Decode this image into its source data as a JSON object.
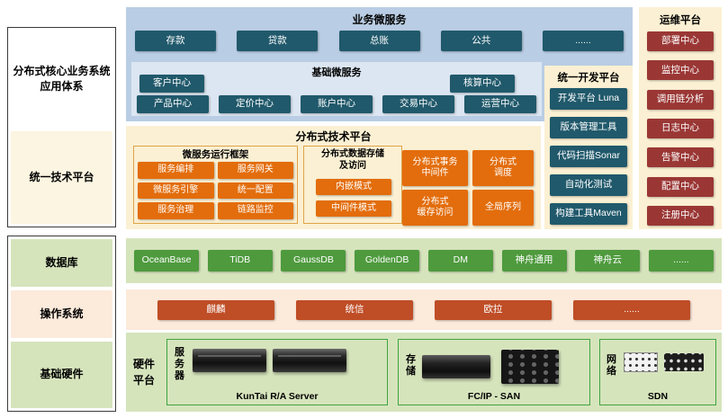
{
  "sidebar": {
    "app_system": "分布式核心业务系统\n应用体系",
    "tech_platform": "统一技术平台",
    "database": "数据库",
    "os": "操作系统",
    "hardware": "基础硬件"
  },
  "biz": {
    "title": "业务微服务",
    "items": [
      "存款",
      "贷款",
      "总账",
      "公共",
      "......"
    ]
  },
  "basic": {
    "title": "基础微服务",
    "left_item": "客户中心",
    "right_item": "核算中心",
    "items": [
      "产品中心",
      "定价中心",
      "账户中心",
      "交易中心",
      "运营中心"
    ]
  },
  "dev": {
    "title": "统一开发平台",
    "items": [
      "开发平台 Luna",
      "版本管理工具",
      "代码扫描Sonar",
      "自动化测试",
      "构建工具Maven"
    ]
  },
  "ops": {
    "title": "运维平台",
    "items": [
      "部署中心",
      "监控中心",
      "调用链分析",
      "日志中心",
      "告警中心",
      "配置中心",
      "注册中心"
    ]
  },
  "tech": {
    "title": "分布式技术平台",
    "framework": {
      "title": "微服务运行框架",
      "items": [
        "服务编排",
        "服务网关",
        "微服务引擎",
        "统一配置",
        "服务治理",
        "链路监控"
      ]
    },
    "storage": {
      "title": "分布式数据存储\n及访问",
      "items": [
        "内嵌模式",
        "中间件模式"
      ]
    },
    "extras": [
      "分布式事务\n中间件",
      "分布式\n调度",
      "分布式\n缓存访问",
      "全局序列"
    ]
  },
  "db_row": {
    "items": [
      "OceanBase",
      "TiDB",
      "GaussDB",
      "GoldenDB",
      "DM",
      "神舟通用",
      "神舟云",
      "......"
    ]
  },
  "os_row": {
    "items": [
      "麒麟",
      "统信",
      "欧拉",
      "......"
    ]
  },
  "hw": {
    "platform_label": "硬件\n平台",
    "server_label": "服务器",
    "server_caption": "KunTai R/A Server",
    "storage_label": "存储",
    "storage_caption": "FC/IP - SAN",
    "network_label": "网络",
    "network_caption": "SDN"
  },
  "colors": {
    "teal_button": "#20596B",
    "orange_button": "#E36D0C",
    "maroon_button": "#9A3735",
    "green_button": "#4E9A3D",
    "rust_button": "#BF4D26",
    "blue_panel": "#B9CDE4",
    "cream_panel": "#FBF0D3",
    "light_green_panel": "#D6E4BC",
    "peach_panel": "#FCEADB"
  }
}
